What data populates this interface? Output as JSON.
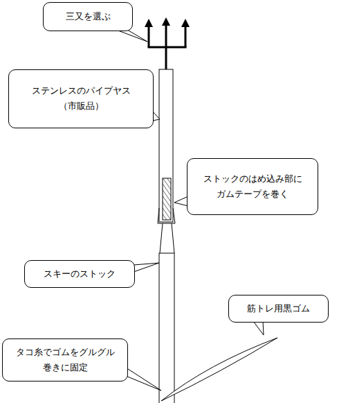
{
  "diagram": {
    "nodes": [
      {
        "text": [
          "三又を選ぶ"
        ]
      },
      {
        "text": [
          "ステンレスのパイプヤス （市販品）"
        ]
      },
      {
        "text": [
          "ストックのはめ込み部に ガムテープを巻く"
        ]
      },
      {
        "text": [
          "スキーのストック"
        ]
      },
      {
        "text": [
          "筋トレ用黒ゴム"
        ]
      },
      {
        "text": [
          "タコ糸でゴムをグルグル 巻きに固定"
        ]
      }
    ]
  }
}
